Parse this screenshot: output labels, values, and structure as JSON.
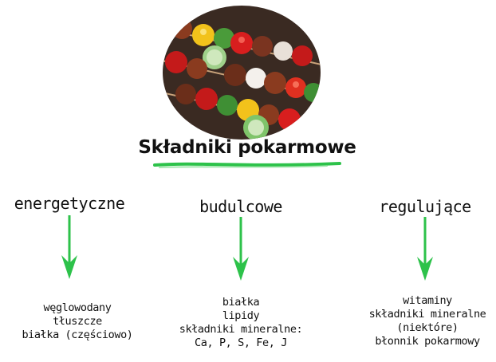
{
  "title": "Składniki pokarmowe",
  "colors": {
    "accent_green": "#2dc24a"
  },
  "categories": [
    {
      "label": "energetyczne",
      "items": [
        "węglowodany",
        "tłuszcze",
        "białka (częściowo)"
      ]
    },
    {
      "label": "budulcowe",
      "items": [
        "białka",
        "lipidy",
        "składniki mineralne:",
        "Ca, P, S, Fe, J"
      ]
    },
    {
      "label": "regulujące",
      "items": [
        "witaminy",
        "składniki mineralne",
        "(niektóre)",
        "błonnik pokarmowy"
      ]
    }
  ]
}
